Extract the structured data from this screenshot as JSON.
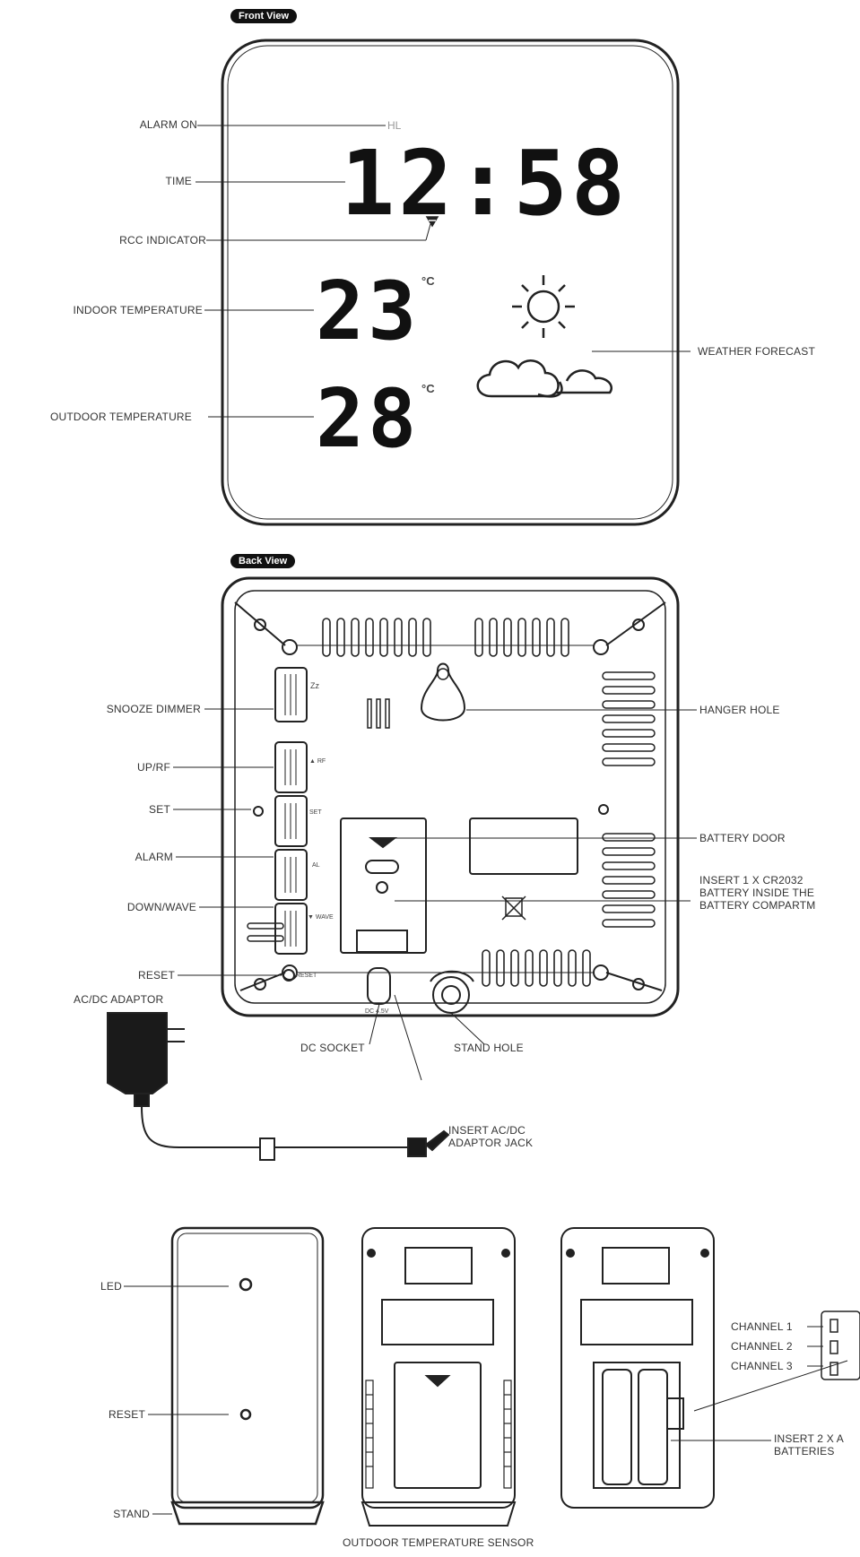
{
  "views": {
    "front_label": "Front View",
    "back_label": "Back View"
  },
  "front": {
    "alarm_on_label": "ALARM ON",
    "alarm_glyph": "HL",
    "time_label": "TIME",
    "time_value": "12:58",
    "rcc_label": "RCC INDICATOR",
    "indoor_label": "INDOOR TEMPERATURE",
    "indoor_value": "23",
    "outdoor_label": "OUTDOOR TEMPERATURE",
    "outdoor_value": "28",
    "unit": "°C",
    "forecast_label": "WEATHER FORECAST",
    "forecast_icons": [
      "sun-icon",
      "cloud-icon"
    ]
  },
  "back": {
    "snooze_label": "SNOOZE DIMMER",
    "snooze_btn": "Zz",
    "up_label": "UP/RF",
    "up_btn": "▲ RF",
    "set_label": "SET",
    "set_btn": "SET",
    "alarm_label": "ALARM",
    "alarm_btn": "AL",
    "down_label": "DOWN/WAVE",
    "down_btn": "▼ WAVE",
    "reset_label": "RESET",
    "reset_btn": "RESET",
    "hanger_label": "HANGER HOLE",
    "battery_door_label": "BATTERY DOOR",
    "battery_note": "INSERT 1 x CR2032\nBATTERY INSIDE THE\nBATTERY COMPARTM",
    "adaptor_label": "AC/DC ADAPTOR",
    "dc_socket_label": "DC SOCKET",
    "stand_hole_label": "STAND HOLE",
    "jack_note": "INSERT AC/DC\nADAPTOR JACK",
    "dc_text": "DC 4.5V"
  },
  "sensor": {
    "led_label": "LED",
    "reset_label": "RESET",
    "stand_label": "STAND",
    "ch1": "CHANNEL 1",
    "ch2": "CHANNEL 2",
    "ch3": "CHANNEL 3",
    "battery_note": "INSERT 2 x A\nBATTERIES",
    "title": "OUTDOOR TEMPERATURE SENSOR"
  }
}
